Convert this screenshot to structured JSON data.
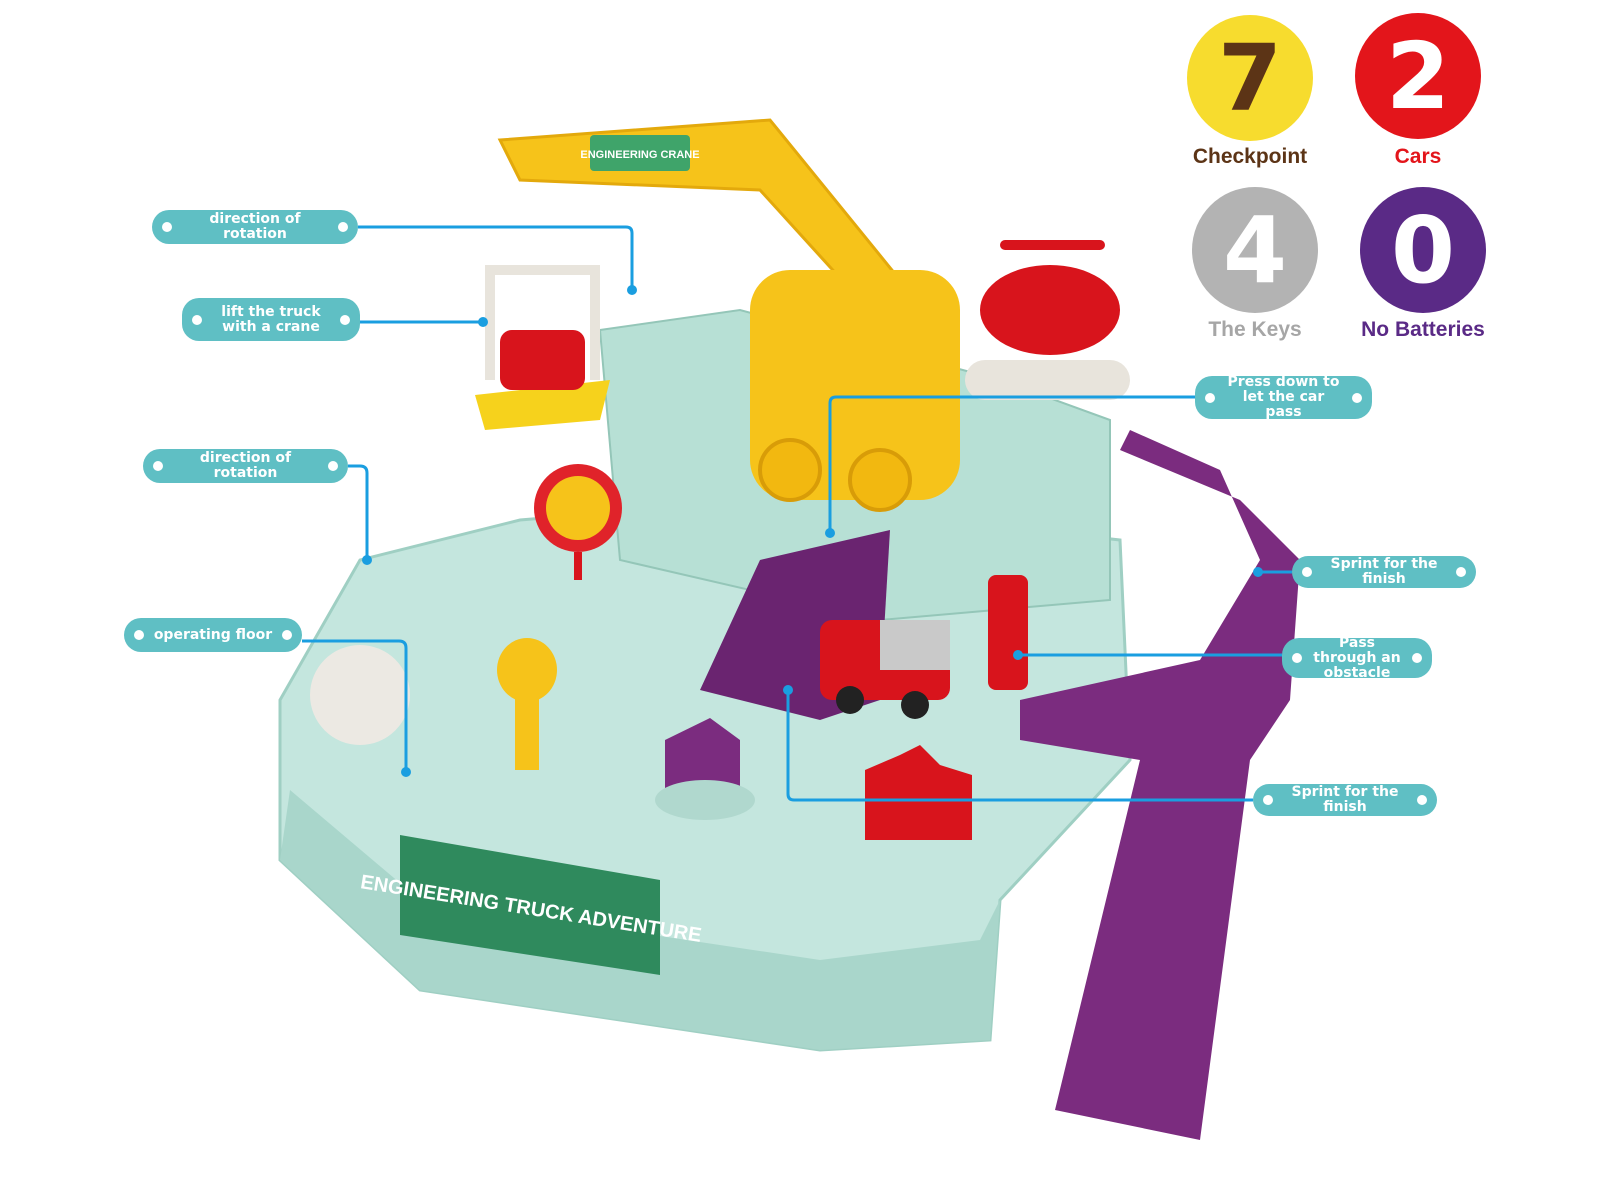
{
  "product": {
    "name": "ENGINEERING TRUCK ADVENTURE",
    "crane_sign": "ENGINEERING CRANE"
  },
  "callouts": [
    {
      "label": "direction of rotation"
    },
    {
      "label": "lift the truck with a crane"
    },
    {
      "label": "direction of rotation"
    },
    {
      "label": "operating floor"
    },
    {
      "label": "Press down to let the car pass"
    },
    {
      "label": "Sprint for the finish"
    },
    {
      "label": "Pass through an obstacle"
    },
    {
      "label": "Sprint for the finish"
    }
  ],
  "stats": [
    {
      "value": "7",
      "label": "Checkpoint",
      "color": "#f7dc2e",
      "text_color": "#5c3416"
    },
    {
      "value": "2",
      "label": "Cars",
      "color": "#e3151b",
      "text_color": "#e3151b"
    },
    {
      "value": "4",
      "label": "The Keys",
      "color": "#b3b3b3",
      "text_color": "#a6a6a6"
    },
    {
      "value": "0",
      "label": "No Batteries",
      "color": "#5a2a86",
      "text_color": "#5a2a86"
    }
  ],
  "colors": {
    "callout": "#5fbfc4",
    "line": "#1a9ee0",
    "base": "#bfe3da",
    "track": "#7b2c7f"
  }
}
